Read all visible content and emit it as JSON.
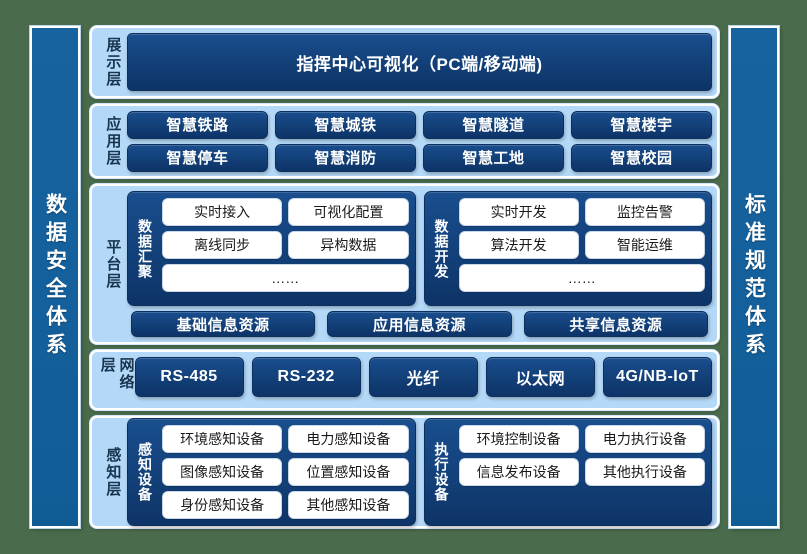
{
  "left_pillar": {
    "label": "数据安全体系"
  },
  "right_pillar": {
    "label": "标准规范体系"
  },
  "layers": {
    "display": {
      "label": "展示层",
      "bar": "指挥中心可视化（PC端/移动端)"
    },
    "application": {
      "label": "应用层",
      "row1": [
        "智慧铁路",
        "智慧城铁",
        "智慧隧道",
        "智慧楼宇"
      ],
      "row2": [
        "智慧停车",
        "智慧消防",
        "智慧工地",
        "智慧校园"
      ]
    },
    "platform": {
      "label": "平台层",
      "group_left": {
        "label": "数据汇聚",
        "items_row1": [
          "实时接入",
          "可视化配置"
        ],
        "items_row2": [
          "离线同步",
          "异构数据"
        ],
        "items_row3": "……"
      },
      "group_right": {
        "label": "数据开发",
        "items_row1": [
          "实时开发",
          "监控告警"
        ],
        "items_row2": [
          "算法开发",
          "智能运维"
        ],
        "items_row3": "……"
      },
      "resources": [
        "基础信息资源",
        "应用信息资源",
        "共享信息资源"
      ]
    },
    "network": {
      "label": "网络层",
      "items": [
        "RS-485",
        "RS-232",
        "光纤",
        "以太网",
        "4G/NB-IoT"
      ]
    },
    "sensing": {
      "label": "感知层",
      "group_left": {
        "label": "感知设备",
        "items_row1": [
          "环境感知设备",
          "电力感知设备"
        ],
        "items_row2": [
          "图像感知设备",
          "位置感知设备"
        ],
        "items_row3": [
          "身份感知设备",
          "其他感知设备"
        ]
      },
      "group_right": {
        "label": "执行设备",
        "items_row1": [
          "环境控制设备",
          "电力执行设备"
        ],
        "items_row2": [
          "信息发布设备",
          "其他执行设备"
        ]
      }
    }
  },
  "colors": {
    "background": "#4a6b4c",
    "panel_light": "#b4d8f7",
    "chip_dark": "#123f77",
    "pillar": "#14619e",
    "text_light": "#ffffff",
    "text_dark": "#17354f"
  }
}
